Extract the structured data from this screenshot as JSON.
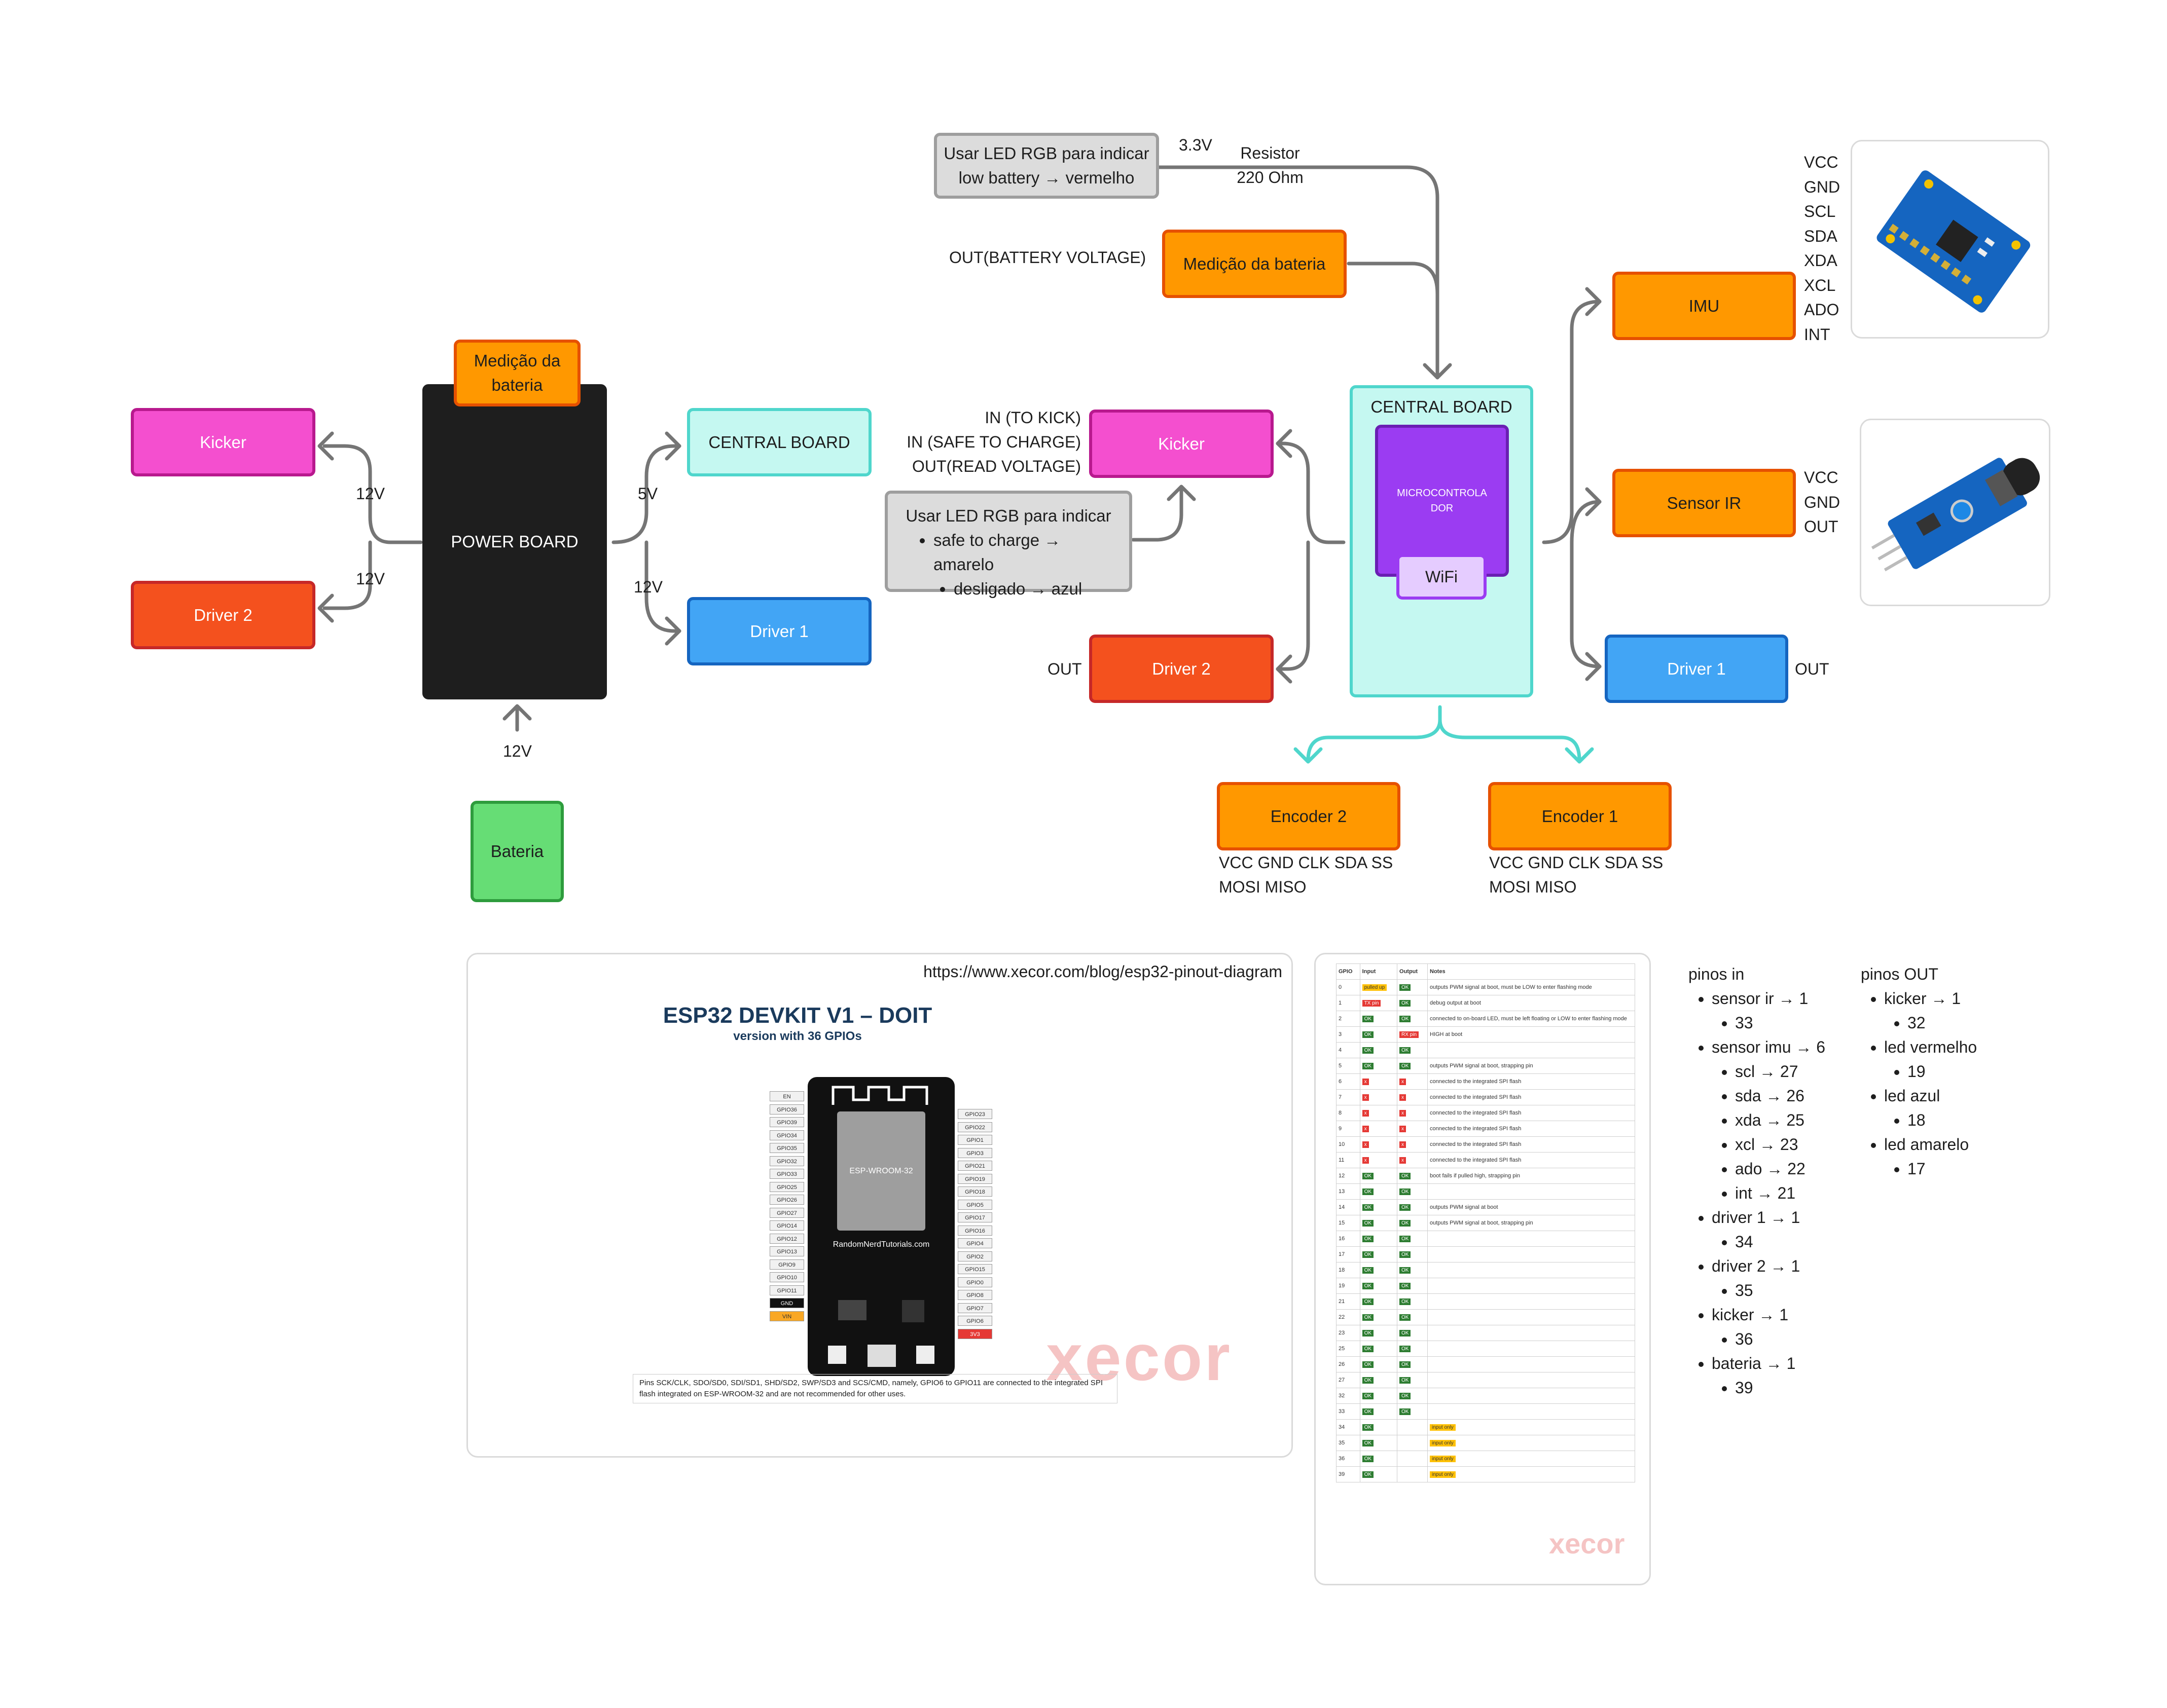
{
  "left_diagram": {
    "power_board": "POWER BOARD",
    "medicao_top": "Medição da bateria",
    "kicker": "Kicker",
    "driver2": "Driver 2",
    "central_board": "CENTRAL BOARD",
    "driver1": "Driver 1",
    "bateria": "Bateria",
    "v12_kicker": "12V",
    "v12_driver2": "12V",
    "v5": "5V",
    "v12_driver1": "12V",
    "v12_bateria": "12V"
  },
  "right_diagram": {
    "led_battery_note": "Usar LED RGB para indicar low battery → vermelho",
    "v33": "3.3V",
    "resistor": "Resistor 220 Ohm",
    "out_battery_voltage": "OUT(BATTERY VOLTAGE)",
    "medicao_bateria": "Medição da bateria",
    "central_board": "CENTRAL BOARD",
    "microcontrolador": "MICROCONTROLADOR",
    "wifi": "WiFi",
    "kicker": "Kicker",
    "kicker_pins": [
      "IN (TO KICK)",
      "IN (SAFE TO CHARGE)",
      "OUT(READ VOLTAGE)"
    ],
    "led_kicker_note_title": "Usar LED RGB para indicar",
    "led_kicker_note_items": [
      "safe to charge → amarelo",
      "desligado → azul"
    ],
    "driver2": "Driver 2",
    "driver2_out": "OUT",
    "imu": "IMU",
    "imu_pins": [
      "VCC",
      "GND",
      "SCL",
      "SDA",
      "XDA",
      "XCL",
      "ADO",
      "INT"
    ],
    "sensor_ir": "Sensor IR",
    "sensor_ir_pins": [
      "VCC",
      "GND",
      "OUT"
    ],
    "driver1": "Driver 1",
    "driver1_out": "OUT",
    "encoder2": "Encoder 2",
    "encoder2_pins": "VCC GND CLK SDA SS MOSI MISO",
    "encoder1": "Encoder 1",
    "encoder1_pins": "VCC GND CLK SDA SS MOSI MISO"
  },
  "esp32_panel": {
    "url": "https://www.xecor.com/blog/esp32-pinout-diagram",
    "title": "ESP32 DEVKIT V1 – DOIT",
    "subtitle": "version with 36 GPIOs",
    "module": "ESP-WROOM-32",
    "brand": "RandomNerdTutorials.com",
    "watermark": "xecor",
    "footnote": "Pins SCK/CLK, SDO/SD0, SDI/SD1, SHD/SD2, SWP/SD3 and SCS/CMD, namely, GPIO6 to GPIO11 are connected to the integrated SPI flash integrated on ESP-WROOM-32 and are not recommended for other uses.",
    "left_pins": [
      "EN",
      "GPIO36",
      "GPIO39",
      "GPIO34",
      "GPIO35",
      "GPIO32",
      "GPIO33",
      "GPIO25",
      "GPIO26",
      "GPIO27",
      "GPIO14",
      "GPIO12",
      "GPIO13",
      "GPIO9",
      "GPIO10",
      "GPIO11",
      "GND",
      "VIN"
    ],
    "right_pins": [
      "GPIO23",
      "GPIO22",
      "GPIO1",
      "GPIO3",
      "GPIO21",
      "GPIO19",
      "GPIO18",
      "GPIO5",
      "GPIO17",
      "GPIO16",
      "GPIO4",
      "GPIO2",
      "GPIO15",
      "GPIO0",
      "GPIO8",
      "GPIO7",
      "GPIO6",
      "3V3"
    ]
  },
  "gpio_table": {
    "headers": [
      "GPIO",
      "Input",
      "Output",
      "Notes"
    ],
    "watermark": "xecor",
    "rows": [
      [
        "0",
        "pulled up",
        "OK",
        "outputs PWM signal at boot, must be LOW to enter flashing mode"
      ],
      [
        "1",
        "TX pin",
        "OK",
        "debug output at boot"
      ],
      [
        "2",
        "OK",
        "OK",
        "connected to on-board LED, must be left floating or LOW to enter flashing mode"
      ],
      [
        "3",
        "OK",
        "RX pin",
        "HIGH at boot"
      ],
      [
        "4",
        "OK",
        "OK",
        ""
      ],
      [
        "5",
        "OK",
        "OK",
        "outputs PWM signal at boot, strapping pin"
      ],
      [
        "6",
        "x",
        "x",
        "connected to the integrated SPI flash"
      ],
      [
        "7",
        "x",
        "x",
        "connected to the integrated SPI flash"
      ],
      [
        "8",
        "x",
        "x",
        "connected to the integrated SPI flash"
      ],
      [
        "9",
        "x",
        "x",
        "connected to the integrated SPI flash"
      ],
      [
        "10",
        "x",
        "x",
        "connected to the integrated SPI flash"
      ],
      [
        "11",
        "x",
        "x",
        "connected to the integrated SPI flash"
      ],
      [
        "12",
        "OK",
        "OK",
        "boot fails if pulled high, strapping pin"
      ],
      [
        "13",
        "OK",
        "OK",
        ""
      ],
      [
        "14",
        "OK",
        "OK",
        "outputs PWM signal at boot"
      ],
      [
        "15",
        "OK",
        "OK",
        "outputs PWM signal at boot, strapping pin"
      ],
      [
        "16",
        "OK",
        "OK",
        ""
      ],
      [
        "17",
        "OK",
        "OK",
        ""
      ],
      [
        "18",
        "OK",
        "OK",
        ""
      ],
      [
        "19",
        "OK",
        "OK",
        ""
      ],
      [
        "21",
        "OK",
        "OK",
        ""
      ],
      [
        "22",
        "OK",
        "OK",
        ""
      ],
      [
        "23",
        "OK",
        "OK",
        ""
      ],
      [
        "25",
        "OK",
        "OK",
        ""
      ],
      [
        "26",
        "OK",
        "OK",
        ""
      ],
      [
        "27",
        "OK",
        "OK",
        ""
      ],
      [
        "32",
        "OK",
        "OK",
        ""
      ],
      [
        "33",
        "OK",
        "OK",
        ""
      ],
      [
        "34",
        "OK",
        "",
        "input only"
      ],
      [
        "35",
        "OK",
        "",
        "input only"
      ],
      [
        "36",
        "OK",
        "",
        "input only"
      ],
      [
        "39",
        "OK",
        "",
        "input only"
      ]
    ]
  },
  "pinos_in": {
    "title": "pinos in",
    "items": [
      {
        "name": "sensor ir → 1",
        "sub": [
          "33"
        ]
      },
      {
        "name": "sensor imu → 6",
        "sub": [
          "scl → 27",
          "sda → 26",
          "xda → 25",
          "xcl → 23",
          "ado → 22",
          "int → 21"
        ]
      },
      {
        "name": "driver 1 → 1",
        "sub": [
          "34"
        ]
      },
      {
        "name": "driver 2 → 1",
        "sub": [
          "35"
        ]
      },
      {
        "name": "kicker → 1",
        "sub": [
          "36"
        ]
      },
      {
        "name": "bateria → 1",
        "sub": [
          "39"
        ]
      }
    ]
  },
  "pinos_out": {
    "title": "pinos OUT",
    "items": [
      {
        "name": "kicker → 1",
        "sub": [
          "32"
        ]
      },
      {
        "name": "led vermelho",
        "sub": [
          "19"
        ]
      },
      {
        "name": "led azul",
        "sub": [
          "18"
        ]
      },
      {
        "name": "led amarelo",
        "sub": [
          "17"
        ]
      }
    ]
  }
}
